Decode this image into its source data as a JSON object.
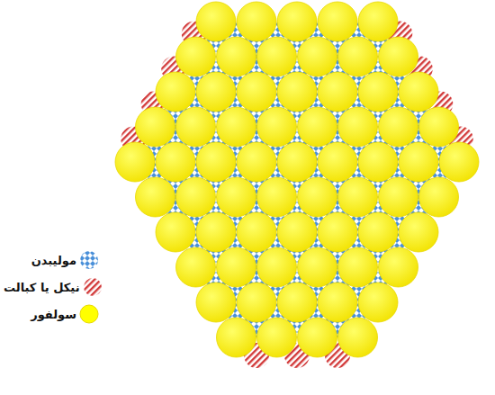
{
  "diagram": {
    "legend": [
      {
        "text": "مولیبدن"
      },
      {
        "text": "نیکل یا کبالت"
      },
      {
        "text": "سولفور",
        "color": "#ffff00"
      }
    ]
  }
}
